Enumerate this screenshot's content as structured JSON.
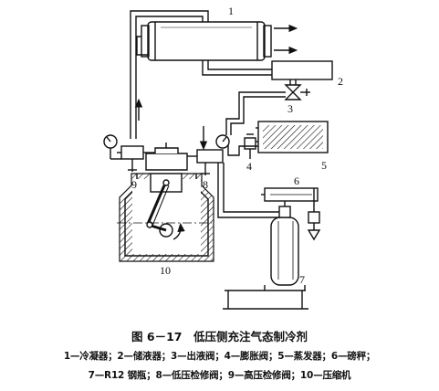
{
  "labels": {
    "condenser": "1",
    "receiver": "2",
    "outlet_valve": "3",
    "expansion_valve": "4",
    "evaporator": "5",
    "scale": "6",
    "cylinder": "7",
    "low_service_valve": "8",
    "high_service_valve": "9",
    "compressor": "10"
  },
  "caption": {
    "title": "图 6－17　低压侧充注气态制冷剂",
    "legend_line1": "1—冷凝器；2—储液器；3—出液阀；4—膨胀阀；5—蒸发器；6—磅秤；",
    "legend_line2": "7—R12 钢瓶；8—低压检修阀；9—高压检修阀；10—压缩机"
  }
}
